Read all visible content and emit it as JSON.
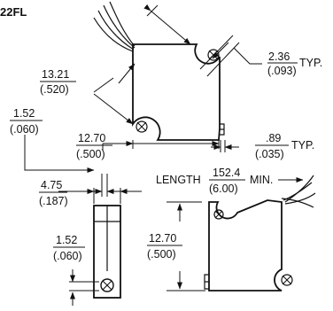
{
  "part_label": "22FL",
  "dims": {
    "typ_236": {
      "mm": "2.36",
      "in": "(.093)",
      "suffix": "TYP."
    },
    "d_1321": {
      "mm": "13.21",
      "in": "(.520)"
    },
    "d_152_top": {
      "mm": "1.52",
      "in": "(.060)"
    },
    "d_1270_h": {
      "mm": "12.70",
      "in": "(.500)"
    },
    "d_089": {
      "mm": ".89",
      "in": "(.035)",
      "suffix": "TYP."
    },
    "d_475": {
      "mm": "4.75",
      "in": "(.187)"
    },
    "length": {
      "prefix": "LENGTH",
      "mm": "152.4",
      "in": "(6.00)",
      "suffix": "MIN."
    },
    "d_1270_v": {
      "mm": "12.70",
      "in": "(.500)"
    },
    "d_152_side": {
      "mm": "1.52",
      "in": "(.060)"
    }
  }
}
